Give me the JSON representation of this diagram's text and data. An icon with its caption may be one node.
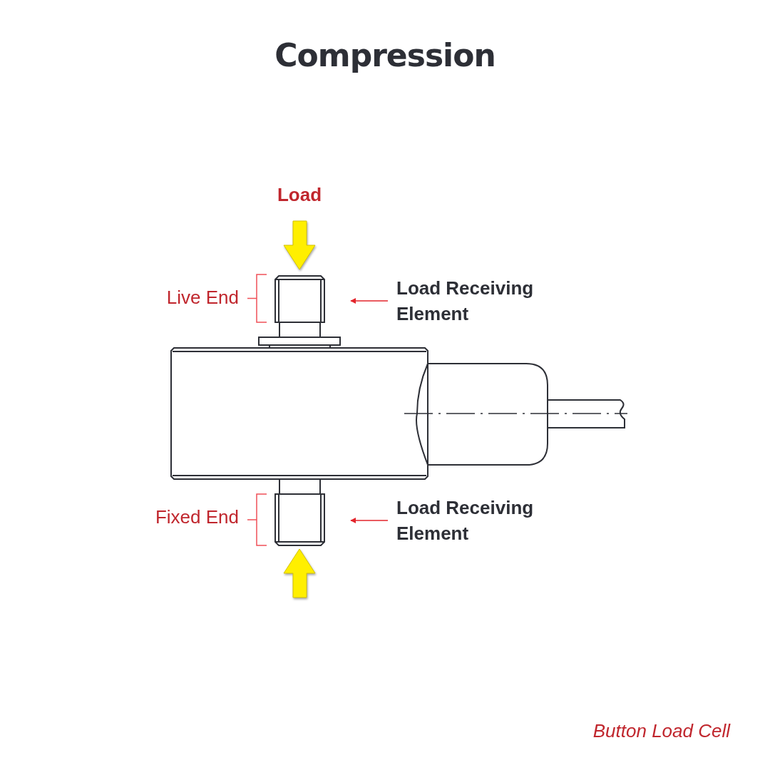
{
  "diagram": {
    "title": "Compression",
    "caption": "Button Load Cell",
    "nodes": [
      {
        "text": [
          "Load Receiving Element"
        ]
      },
      {
        "text": [
          "Load Receiving Element"
        ]
      }
    ],
    "edges": [
      {
        "from": 0,
        "to": null,
        "arrow": "to"
      },
      {
        "from": 1,
        "to": null,
        "arrow": "to"
      }
    ],
    "labels": [
      "Load",
      "Live End",
      "Fixed End"
    ]
  }
}
